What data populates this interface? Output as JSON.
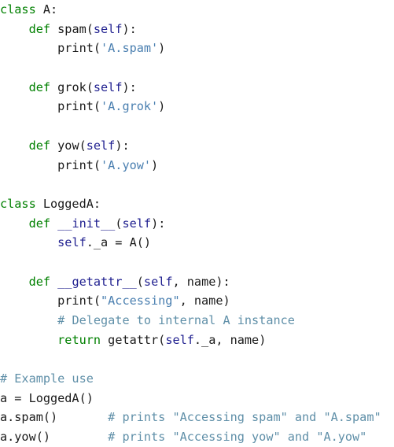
{
  "editor": {
    "lines": [
      [
        {
          "t": "class",
          "k": "keyword"
        },
        {
          "t": " A:",
          "k": "plain"
        }
      ],
      [
        {
          "t": "    ",
          "k": "plain"
        },
        {
          "t": "def",
          "k": "keyword"
        },
        {
          "t": " spam(",
          "k": "plain"
        },
        {
          "t": "self",
          "k": "self"
        },
        {
          "t": "):",
          "k": "plain"
        }
      ],
      [
        {
          "t": "        print(",
          "k": "plain"
        },
        {
          "t": "'A.spam'",
          "k": "string"
        },
        {
          "t": ")",
          "k": "plain"
        }
      ],
      [],
      [
        {
          "t": "    ",
          "k": "plain"
        },
        {
          "t": "def",
          "k": "keyword"
        },
        {
          "t": " grok(",
          "k": "plain"
        },
        {
          "t": "self",
          "k": "self"
        },
        {
          "t": "):",
          "k": "plain"
        }
      ],
      [
        {
          "t": "        print(",
          "k": "plain"
        },
        {
          "t": "'A.grok'",
          "k": "string"
        },
        {
          "t": ")",
          "k": "plain"
        }
      ],
      [],
      [
        {
          "t": "    ",
          "k": "plain"
        },
        {
          "t": "def",
          "k": "keyword"
        },
        {
          "t": " yow(",
          "k": "plain"
        },
        {
          "t": "self",
          "k": "self"
        },
        {
          "t": "):",
          "k": "plain"
        }
      ],
      [
        {
          "t": "        print(",
          "k": "plain"
        },
        {
          "t": "'A.yow'",
          "k": "string"
        },
        {
          "t": ")",
          "k": "plain"
        }
      ],
      [],
      [
        {
          "t": "class",
          "k": "keyword"
        },
        {
          "t": " LoggedA:",
          "k": "plain"
        }
      ],
      [
        {
          "t": "    ",
          "k": "plain"
        },
        {
          "t": "def",
          "k": "keyword"
        },
        {
          "t": " ",
          "k": "plain"
        },
        {
          "t": "__init__",
          "k": "func"
        },
        {
          "t": "(",
          "k": "plain"
        },
        {
          "t": "self",
          "k": "self"
        },
        {
          "t": "):",
          "k": "plain"
        }
      ],
      [
        {
          "t": "        ",
          "k": "plain"
        },
        {
          "t": "self",
          "k": "self"
        },
        {
          "t": "._a = A()",
          "k": "plain"
        }
      ],
      [],
      [
        {
          "t": "    ",
          "k": "plain"
        },
        {
          "t": "def",
          "k": "keyword"
        },
        {
          "t": " ",
          "k": "plain"
        },
        {
          "t": "__getattr__",
          "k": "func"
        },
        {
          "t": "(",
          "k": "plain"
        },
        {
          "t": "self",
          "k": "self"
        },
        {
          "t": ", name):",
          "k": "plain"
        }
      ],
      [
        {
          "t": "        print(",
          "k": "plain"
        },
        {
          "t": "\"Accessing\"",
          "k": "string"
        },
        {
          "t": ", name)",
          "k": "plain"
        }
      ],
      [
        {
          "t": "        ",
          "k": "plain"
        },
        {
          "t": "# Delegate to internal A instance",
          "k": "comment"
        }
      ],
      [
        {
          "t": "        ",
          "k": "plain"
        },
        {
          "t": "return",
          "k": "keyword"
        },
        {
          "t": " getattr(",
          "k": "plain"
        },
        {
          "t": "self",
          "k": "self"
        },
        {
          "t": "._a, name)",
          "k": "plain"
        }
      ],
      [],
      [
        {
          "t": "# Example use",
          "k": "comment"
        }
      ],
      [
        {
          "t": "a = LoggedA()",
          "k": "plain"
        }
      ],
      [
        {
          "t": "a.spam()       ",
          "k": "plain"
        },
        {
          "t": "# prints \"Accessing spam\" and \"A.spam\"",
          "k": "comment"
        }
      ],
      [
        {
          "t": "a.yow()        ",
          "k": "plain"
        },
        {
          "t": "# prints \"Accessing yow\" and \"A.yow\"",
          "k": "comment"
        }
      ]
    ]
  }
}
